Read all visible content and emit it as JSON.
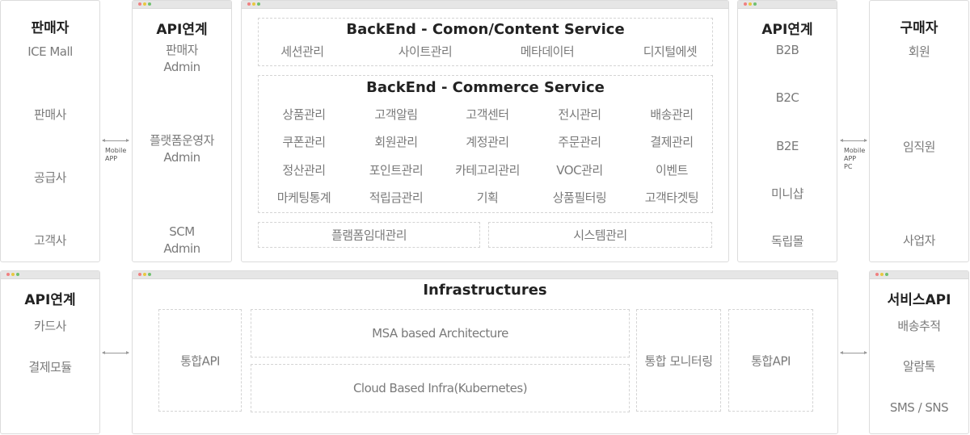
{
  "seller": {
    "title": "판매자",
    "items": [
      "ICE Mall",
      "판매사",
      "공급사",
      "고객사"
    ]
  },
  "api_left": {
    "title": "API연계",
    "items": [
      [
        "판매자",
        "Admin"
      ],
      [
        "플랫폼운영자",
        "Admin"
      ],
      [
        "SCM",
        "Admin"
      ]
    ]
  },
  "backend_common": {
    "title": "BackEnd - Comon/Content Service",
    "items": [
      "세션관리",
      "사이트관리",
      "메타데이터",
      "디지털에셋"
    ]
  },
  "backend_commerce": {
    "title": "BackEnd - Commerce Service",
    "rows": [
      [
        "상품관리",
        "고객알림",
        "고객센터",
        "전시관리",
        "배송관리"
      ],
      [
        "쿠폰관리",
        "회원관리",
        "계정관리",
        "주문관리",
        "결제관리"
      ],
      [
        "정산관리",
        "포인트관리",
        "카테고리관리",
        "VOC관리",
        "이벤트"
      ],
      [
        "마케팅통계",
        "적립금관리",
        "기획",
        "상품필터링",
        "고객타겟팅"
      ]
    ]
  },
  "backend_extra": [
    "플램폼임대관리",
    "시스템관리"
  ],
  "api_right": {
    "title": "API연계",
    "items": [
      "B2B",
      "B2C",
      "B2E",
      "미니샵",
      "독립몰"
    ]
  },
  "buyer": {
    "title": "구매자",
    "items": [
      "회원",
      "임직원",
      "사업자"
    ]
  },
  "api_bottom": {
    "title": "API연계",
    "items": [
      "카드사",
      "결제모듈"
    ]
  },
  "infra": {
    "title": "Infrastructures",
    "left_api": "통합API",
    "msa": "MSA based Architecture",
    "cloud": "Cloud Based Infra(Kubernetes)",
    "monitoring": "통합 모니터링",
    "right_api": "통합API"
  },
  "service_api": {
    "title": "서비스API",
    "items": [
      "배송추적",
      "알람톡",
      "SMS / SNS"
    ]
  },
  "arrows": {
    "left_top": [
      "Mobile",
      "APP"
    ],
    "right_top": [
      "Mobile",
      "APP",
      "PC"
    ]
  }
}
